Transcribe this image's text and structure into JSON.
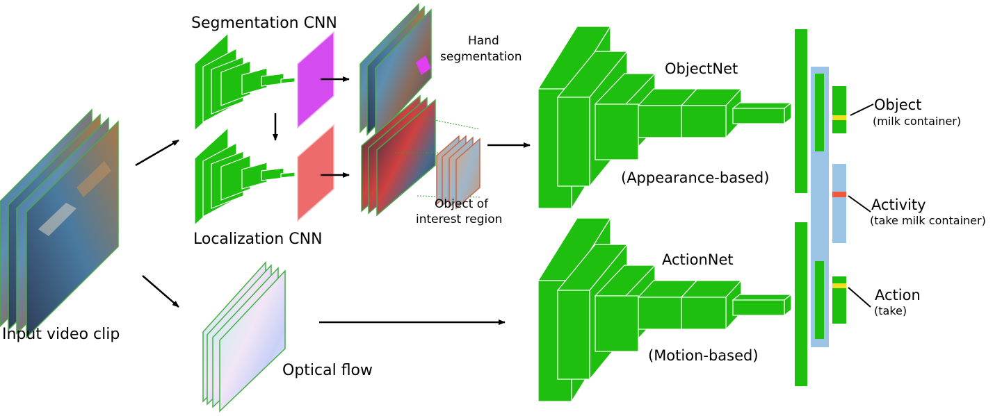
{
  "labels": {
    "input_clip": "Input video clip",
    "segmentation_cnn": "Segmentation CNN",
    "localization_cnn": "Localization CNN",
    "hand_seg_line1": "Hand",
    "hand_seg_line2": "segmentation",
    "ooi_line1": "Object of",
    "ooi_line2": "interest region",
    "optical_flow": "Optical flow",
    "objectnet": "ObjectNet",
    "objectnet_sub": "(Appearance-based)",
    "actionnet": "ActionNet",
    "actionnet_sub": "(Motion-based)"
  },
  "outputs": {
    "object": {
      "title": "Object",
      "value": "(milk container)"
    },
    "activity": {
      "title": "Activity",
      "value": "(take milk container)"
    },
    "action": {
      "title": "Action",
      "value": "(take)"
    }
  },
  "colors": {
    "cnn_green": "#1fbf0f",
    "seg_map": "#d44cf0",
    "loc_map": "#ee6b6b",
    "fusion_blue": "#9cc4e6",
    "score_yellow": "#f0e020",
    "score_red": "#ee5a3a",
    "flow_green": "#43b043"
  }
}
